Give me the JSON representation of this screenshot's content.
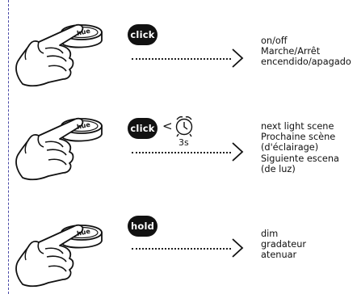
{
  "rows": [
    {
      "action": "click",
      "has_timer": false,
      "labels": [
        "on/off",
        "Marche/Arrêt",
        "encendido/apagado"
      ]
    },
    {
      "action": "click",
      "has_timer": true,
      "comparator": "<",
      "duration": "3s",
      "labels": [
        "next light scene",
        "Prochaine scène",
        "(d'éclairage)",
        "Siguiente escena",
        "(de luz)"
      ]
    },
    {
      "action": "hold",
      "has_timer": false,
      "labels": [
        "dim",
        "gradateur",
        "atenuar"
      ]
    }
  ],
  "button_logo": "hue",
  "icons": {
    "hand": "hand-press-icon",
    "timer": "alarm-clock-icon",
    "arrow": "chevron-right-icon"
  },
  "colors": {
    "ink": "#111111",
    "dash": "#4a4aa8",
    "badge": "#111111"
  }
}
